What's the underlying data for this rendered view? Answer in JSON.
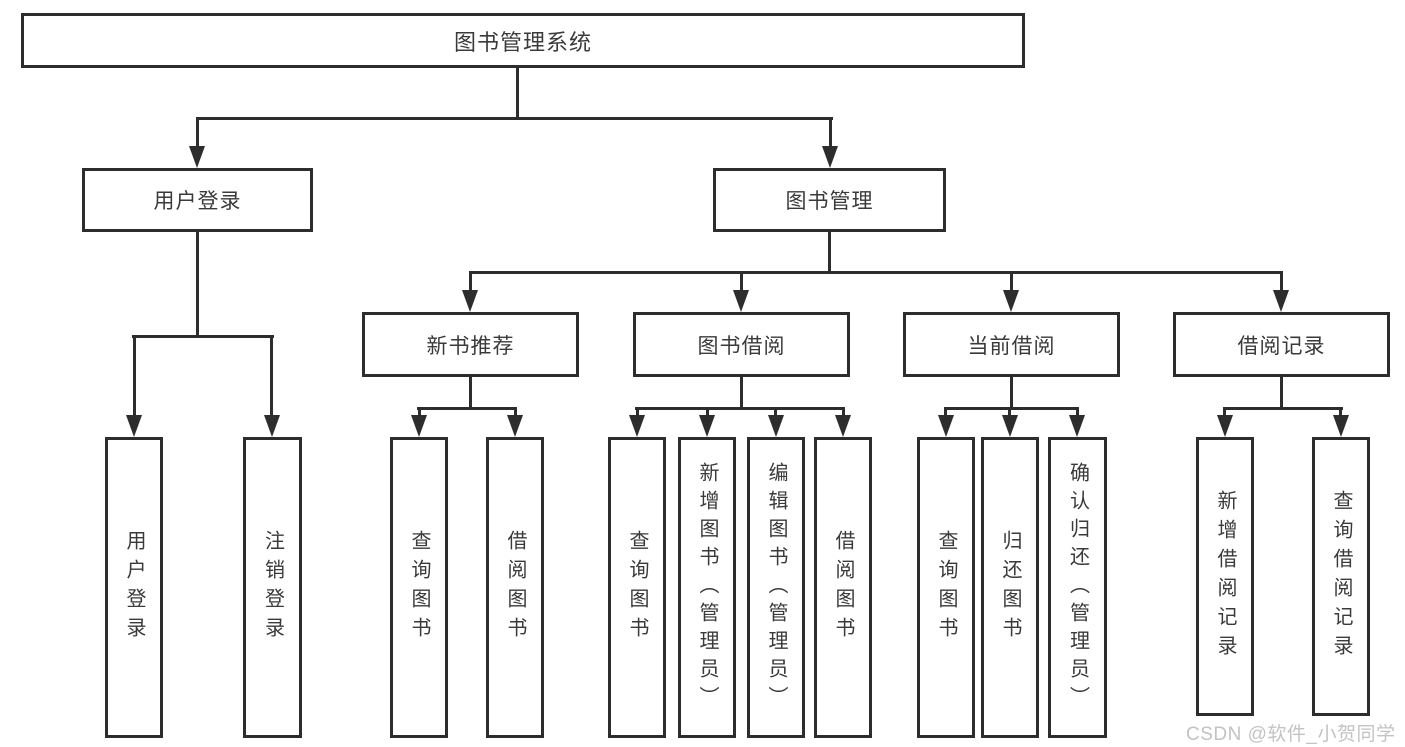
{
  "colors": {
    "line": "#2d2d2d",
    "box_border": "#2d2d2d",
    "box_background": "#ffffff",
    "text": "#3a3a3a",
    "watermark": "#c3c3c3"
  },
  "root": {
    "label": "图书管理系统"
  },
  "branches": [
    {
      "label": "用户登录",
      "children": [
        {
          "label": "用户登录"
        },
        {
          "label": "注销登录"
        }
      ]
    },
    {
      "label": "图书管理",
      "children": [
        {
          "label": "新书推荐",
          "children": [
            {
              "label": "查询图书"
            },
            {
              "label": "借阅图书"
            }
          ]
        },
        {
          "label": "图书借阅",
          "children": [
            {
              "label": "查询图书"
            },
            {
              "label": "新增图书（管理员）"
            },
            {
              "label": "编辑图书（管理员）"
            },
            {
              "label": "借阅图书"
            }
          ]
        },
        {
          "label": "当前借阅",
          "children": [
            {
              "label": "查询图书"
            },
            {
              "label": "归还图书"
            },
            {
              "label": "确认归还（管理员）"
            }
          ]
        },
        {
          "label": "借阅记录",
          "children": [
            {
              "label": "新增借阅记录"
            },
            {
              "label": "查询借阅记录"
            }
          ]
        }
      ]
    }
  ],
  "watermark": "CSDN @软件_小贺同学"
}
